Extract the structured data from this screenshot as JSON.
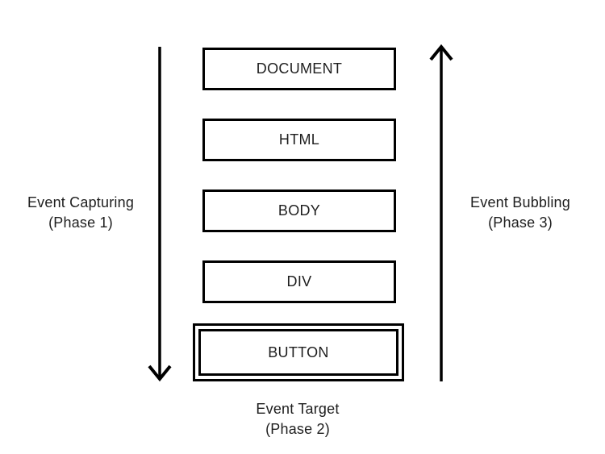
{
  "diagram": {
    "background_color": "#ffffff",
    "stroke_color": "#000000",
    "text_color": "#1e1e1e",
    "boxes": [
      {
        "label": "DOCUMENT",
        "double_border": false
      },
      {
        "label": "HTML",
        "double_border": false
      },
      {
        "label": "BODY",
        "double_border": false
      },
      {
        "label": "DIV",
        "double_border": false
      },
      {
        "label": "BUTTON",
        "double_border": true
      }
    ],
    "left_annotation": {
      "line1": "Event Capturing",
      "line2": "(Phase 1)",
      "arrow_direction": "down"
    },
    "right_annotation": {
      "line1": "Event Bubbling",
      "line2": "(Phase 3)",
      "arrow_direction": "up"
    },
    "bottom_annotation": {
      "line1": "Event Target",
      "line2": "(Phase 2)"
    }
  }
}
